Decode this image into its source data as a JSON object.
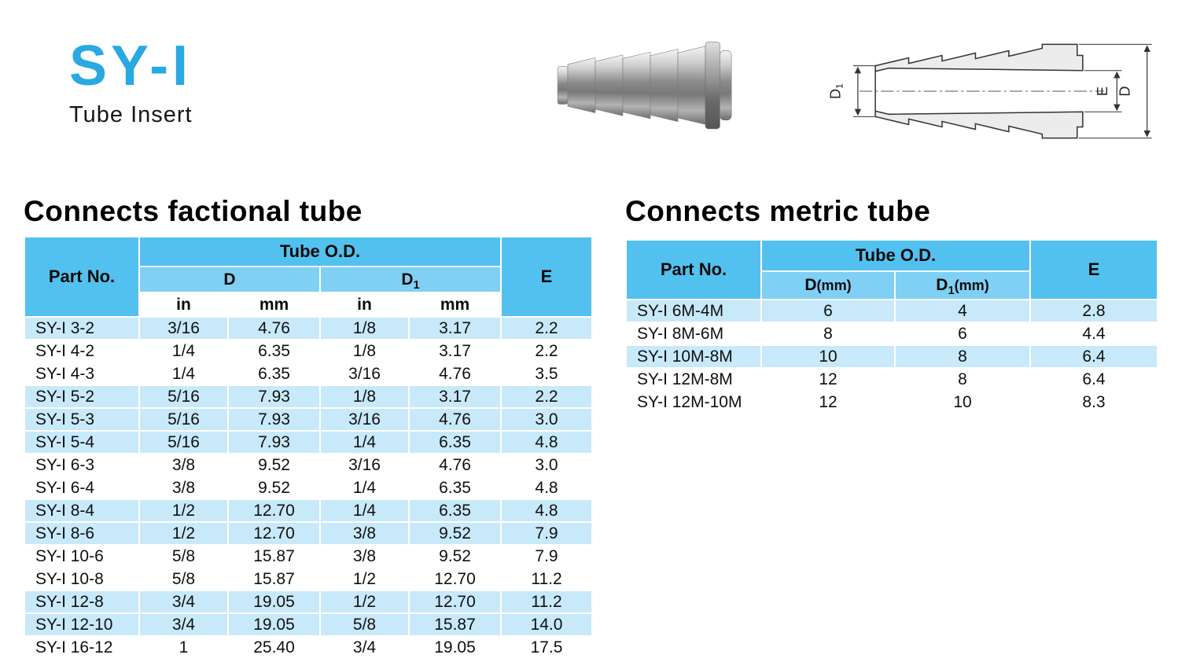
{
  "logo": {
    "title": "SY-I",
    "subtitle": "Tube Insert"
  },
  "drawing": {
    "labels": {
      "d1_main": "D",
      "d1_sub": "1",
      "e": "E",
      "d": "D"
    }
  },
  "fractional_table": {
    "heading": "Connects factional tube",
    "header": {
      "part_no": "Part No.",
      "tube_od": "Tube O.D.",
      "d": "D",
      "d1_main": "D",
      "d1_sub": "1",
      "units": [
        "in",
        "mm",
        "in",
        "mm"
      ],
      "e": "E"
    },
    "rows": [
      {
        "part": "SY-I 3-2",
        "d_in": "3/16",
        "d_mm": "4.76",
        "d1_in": "1/8",
        "d1_mm": "3.17",
        "e": "2.2",
        "shaded": true
      },
      {
        "part": "SY-I 4-2",
        "d_in": "1/4",
        "d_mm": "6.35",
        "d1_in": "1/8",
        "d1_mm": "3.17",
        "e": "2.2",
        "shaded": false
      },
      {
        "part": "SY-I 4-3",
        "d_in": "1/4",
        "d_mm": "6.35",
        "d1_in": "3/16",
        "d1_mm": "4.76",
        "e": "3.5",
        "shaded": false
      },
      {
        "part": "SY-I 5-2",
        "d_in": "5/16",
        "d_mm": "7.93",
        "d1_in": "1/8",
        "d1_mm": "3.17",
        "e": "2.2",
        "shaded": true
      },
      {
        "part": "SY-I 5-3",
        "d_in": "5/16",
        "d_mm": "7.93",
        "d1_in": "3/16",
        "d1_mm": "4.76",
        "e": "3.0",
        "shaded": true
      },
      {
        "part": "SY-I 5-4",
        "d_in": "5/16",
        "d_mm": "7.93",
        "d1_in": "1/4",
        "d1_mm": "6.35",
        "e": "4.8",
        "shaded": true
      },
      {
        "part": "SY-I 6-3",
        "d_in": "3/8",
        "d_mm": "9.52",
        "d1_in": "3/16",
        "d1_mm": "4.76",
        "e": "3.0",
        "shaded": false
      },
      {
        "part": "SY-I 6-4",
        "d_in": "3/8",
        "d_mm": "9.52",
        "d1_in": "1/4",
        "d1_mm": "6.35",
        "e": "4.8",
        "shaded": false
      },
      {
        "part": "SY-I 8-4",
        "d_in": "1/2",
        "d_mm": "12.70",
        "d1_in": "1/4",
        "d1_mm": "6.35",
        "e": "4.8",
        "shaded": true
      },
      {
        "part": "SY-I 8-6",
        "d_in": "1/2",
        "d_mm": "12.70",
        "d1_in": "3/8",
        "d1_mm": "9.52",
        "e": "7.9",
        "shaded": true
      },
      {
        "part": "SY-I 10-6",
        "d_in": "5/8",
        "d_mm": "15.87",
        "d1_in": "3/8",
        "d1_mm": "9.52",
        "e": "7.9",
        "shaded": false
      },
      {
        "part": "SY-I 10-8",
        "d_in": "5/8",
        "d_mm": "15.87",
        "d1_in": "1/2",
        "d1_mm": "12.70",
        "e": "11.2",
        "shaded": false
      },
      {
        "part": "SY-I 12-8",
        "d_in": "3/4",
        "d_mm": "19.05",
        "d1_in": "1/2",
        "d1_mm": "12.70",
        "e": "11.2",
        "shaded": true
      },
      {
        "part": "SY-I 12-10",
        "d_in": "3/4",
        "d_mm": "19.05",
        "d1_in": "5/8",
        "d1_mm": "15.87",
        "e": "14.0",
        "shaded": true
      },
      {
        "part": "SY-I 16-12",
        "d_in": "1",
        "d_mm": "25.40",
        "d1_in": "3/4",
        "d1_mm": "19.05",
        "e": "17.5",
        "shaded": false
      }
    ]
  },
  "metric_table": {
    "heading": "Connects metric tube",
    "header": {
      "part_no": "Part No.",
      "tube_od": "Tube O.D.",
      "d_main": "D",
      "d_unit": "(mm)",
      "d1_main": "D",
      "d1_sub": "1",
      "d1_unit": "(mm)",
      "e": "E"
    },
    "rows": [
      {
        "part": "SY-I 6M-4M",
        "d": "6",
        "d1": "4",
        "e": "2.8",
        "shaded": true
      },
      {
        "part": "SY-I 8M-6M",
        "d": "8",
        "d1": "6",
        "e": "4.4",
        "shaded": false
      },
      {
        "part": "SY-I 10M-8M",
        "d": "10",
        "d1": "8",
        "e": "6.4",
        "shaded": true
      },
      {
        "part": "SY-I 12M-8M",
        "d": "12",
        "d1": "8",
        "e": "6.4",
        "shaded": false
      },
      {
        "part": "SY-I 12M-10M",
        "d": "12",
        "d1": "10",
        "e": "8.3",
        "shaded": false
      }
    ]
  },
  "colors": {
    "accent": "#29a9e1",
    "header_blue": "#53c1ef",
    "subheader_blue": "#7fd0f4",
    "row_stripe": "#c8e9fa"
  }
}
